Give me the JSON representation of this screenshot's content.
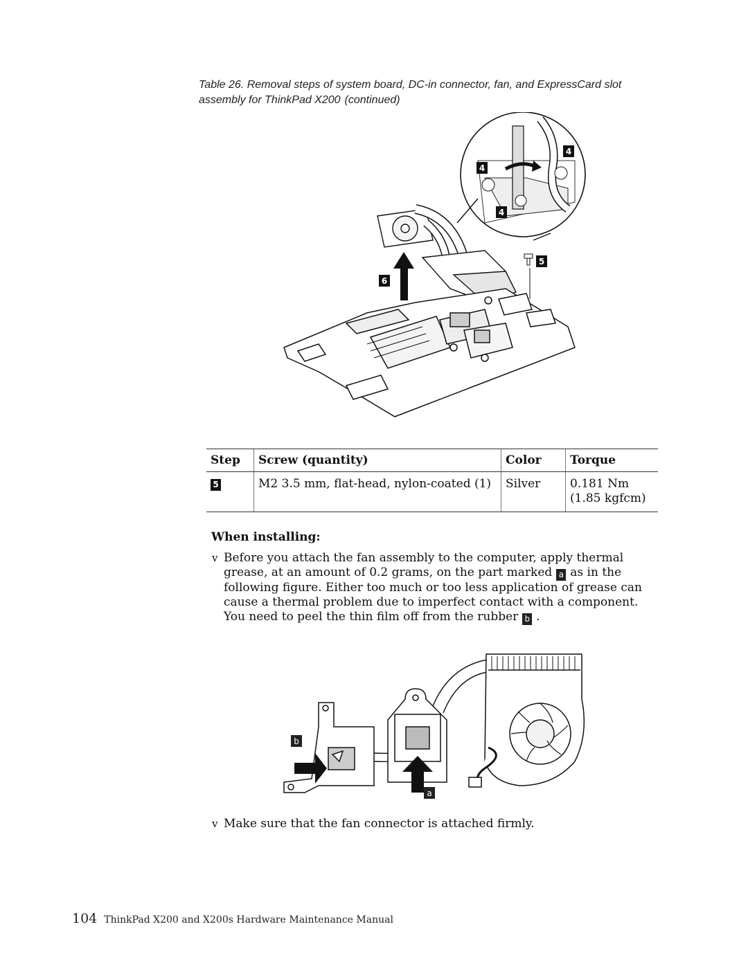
{
  "caption": {
    "text": "Table 26. Removal steps of system board, DC-in connector, fan, and ExpressCard slot assembly for ThinkPad X200",
    "continued": "(continued)"
  },
  "figure1": {
    "callouts": [
      "4",
      "4",
      "4",
      "5",
      "6"
    ]
  },
  "screw_table": {
    "headers": [
      "Step",
      "Screw (quantity)",
      "Color",
      "Torque"
    ],
    "rows": [
      {
        "step": "5",
        "screw": "M2 3.5 mm, flat-head, nylon-coated (1)",
        "color": "Silver",
        "torque_nm": "0.181 Nm",
        "torque_kgfcm": "(1.85 kgfcm)"
      }
    ]
  },
  "installing": {
    "heading": "When installing:",
    "bullet_mark": "v",
    "bullet1": {
      "part1": "Before you attach the fan assembly to the computer, apply thermal grease, at an amount of 0.2 grams, on the part marked",
      "label_a": "a",
      "part2": "as in the following figure. Either too much or too less application of grease can cause a thermal problem due to imperfect contact with a component. You need to peel the thin film off from the rubber",
      "label_b": "b",
      "part3": "."
    },
    "bullet2": "Make sure that the fan connector is attached firmly."
  },
  "figure2": {
    "callouts": [
      "b",
      "a"
    ]
  },
  "footer": {
    "page_number": "104",
    "title": "ThinkPad X200 and X200s Hardware Maintenance Manual"
  }
}
